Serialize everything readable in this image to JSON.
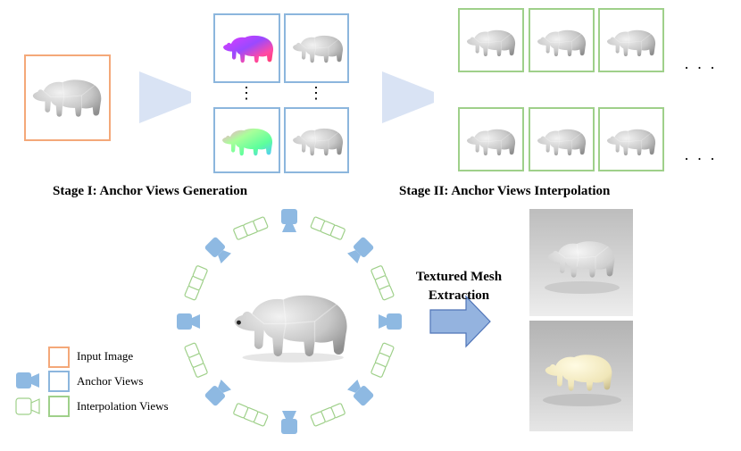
{
  "stage1": {
    "title": "Stage I: Anchor Views Generation"
  },
  "stage2": {
    "title": "Stage II: Anchor Views Interpolation",
    "ellipsis": "· · ·"
  },
  "mesh": {
    "line1": "Textured Mesh",
    "line2": "Extraction"
  },
  "legend": {
    "input": "Input Image",
    "anchor": "Anchor Views",
    "interp": "Interpolation Views"
  },
  "colors": {
    "input": "#f4a879",
    "anchor": "#8cb6dd",
    "anchor_fill": "#8eb9e2",
    "interp": "#9fd08a",
    "funnel": "#d9e3f4",
    "arrow_fill": "#94b3df",
    "arrow_stroke": "#4f74b8"
  }
}
